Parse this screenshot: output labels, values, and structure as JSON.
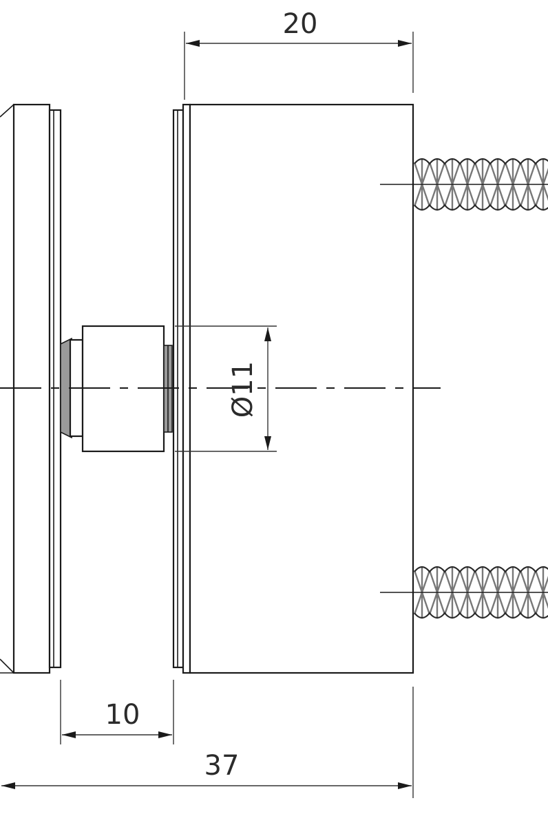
{
  "dimensions": {
    "width_top": "20",
    "gap_bottom": "10",
    "overall_bottom": "37",
    "diameter": "Ø11"
  },
  "colors": {
    "line": "#1a1a1a",
    "shade": "#9a9a9a",
    "thread": "#777777"
  }
}
